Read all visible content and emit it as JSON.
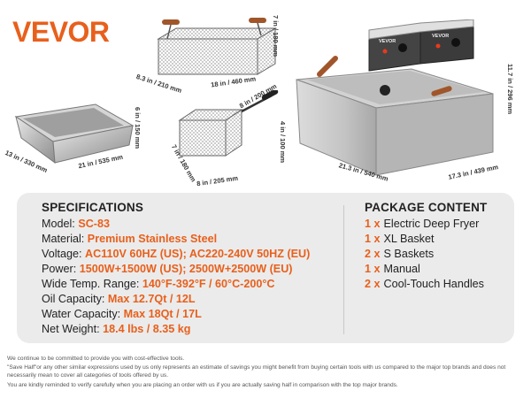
{
  "brand": {
    "logo_text": "VEVOR"
  },
  "dimensions": {
    "xl_basket_depth": "8.3 in / 210 mm",
    "xl_basket_length": "18 in / 460 mm",
    "xl_basket_height": "7 in / 180 mm",
    "pan_width": "13 in / 330 mm",
    "pan_length": "21 in / 535 mm",
    "pan_height": "6 in / 150 mm",
    "s_basket_handle": "8 in / 200 mm",
    "s_basket_height": "4 in / 100 mm",
    "s_basket_depth": "7 in / 180 mm",
    "s_basket_width": "8 in / 205 mm",
    "fryer_width": "21.3 in / 540 mm",
    "fryer_depth": "17.3 in / 439 mm",
    "fryer_height": "11.7 in / 296 mm"
  },
  "fryer_labels": {
    "left": "VEVOR",
    "right": "VEVOR"
  },
  "specs": {
    "title": "SPECIFICATIONS",
    "rows": [
      {
        "label": "Model: ",
        "value": "SC-83"
      },
      {
        "label": "Material: ",
        "value": "Premium Stainless Steel"
      },
      {
        "label": "Voltage: ",
        "value": "AC110V 60HZ (US); AC220-240V 50HZ (EU)"
      },
      {
        "label": "Power: ",
        "value": "1500W+1500W (US); 2500W+2500W (EU)"
      },
      {
        "label": "Wide Temp. Range: ",
        "value": "140°F-392°F / 60°C-200°C"
      },
      {
        "label": "Oil Capacity: ",
        "value": "Max 12.7Qt / 12L"
      },
      {
        "label": "Water Capacity: ",
        "value": "Max 18Qt / 17L"
      },
      {
        "label": "Net Weight: ",
        "value": "18.4 lbs / 8.35 kg"
      }
    ]
  },
  "package": {
    "title": "PACKAGE CONTENT",
    "rows": [
      {
        "qty": "1 x",
        "item": "Electric Deep Fryer"
      },
      {
        "qty": "1 x",
        "item": "XL Basket"
      },
      {
        "qty": "2 x",
        "item": "S Baskets"
      },
      {
        "qty": "1 x",
        "item": "Manual"
      },
      {
        "qty": "2 x",
        "item": "Cool-Touch Handles"
      }
    ]
  },
  "disclaimer": {
    "line1": "We continue to be committed to provide you with cost-effective tools.",
    "line2": "\"Save Half\"or any other similar expressions used by us only represents an estimate of savings you might benefit from buying certain tools with us compared to the major top brands and does not necessarily mean to cover all categories of tools offered by us.",
    "line3": "You are kindly reminded to verify carefully when you are placing an order with us if you are actually saving half in comparison with the top major brands."
  }
}
